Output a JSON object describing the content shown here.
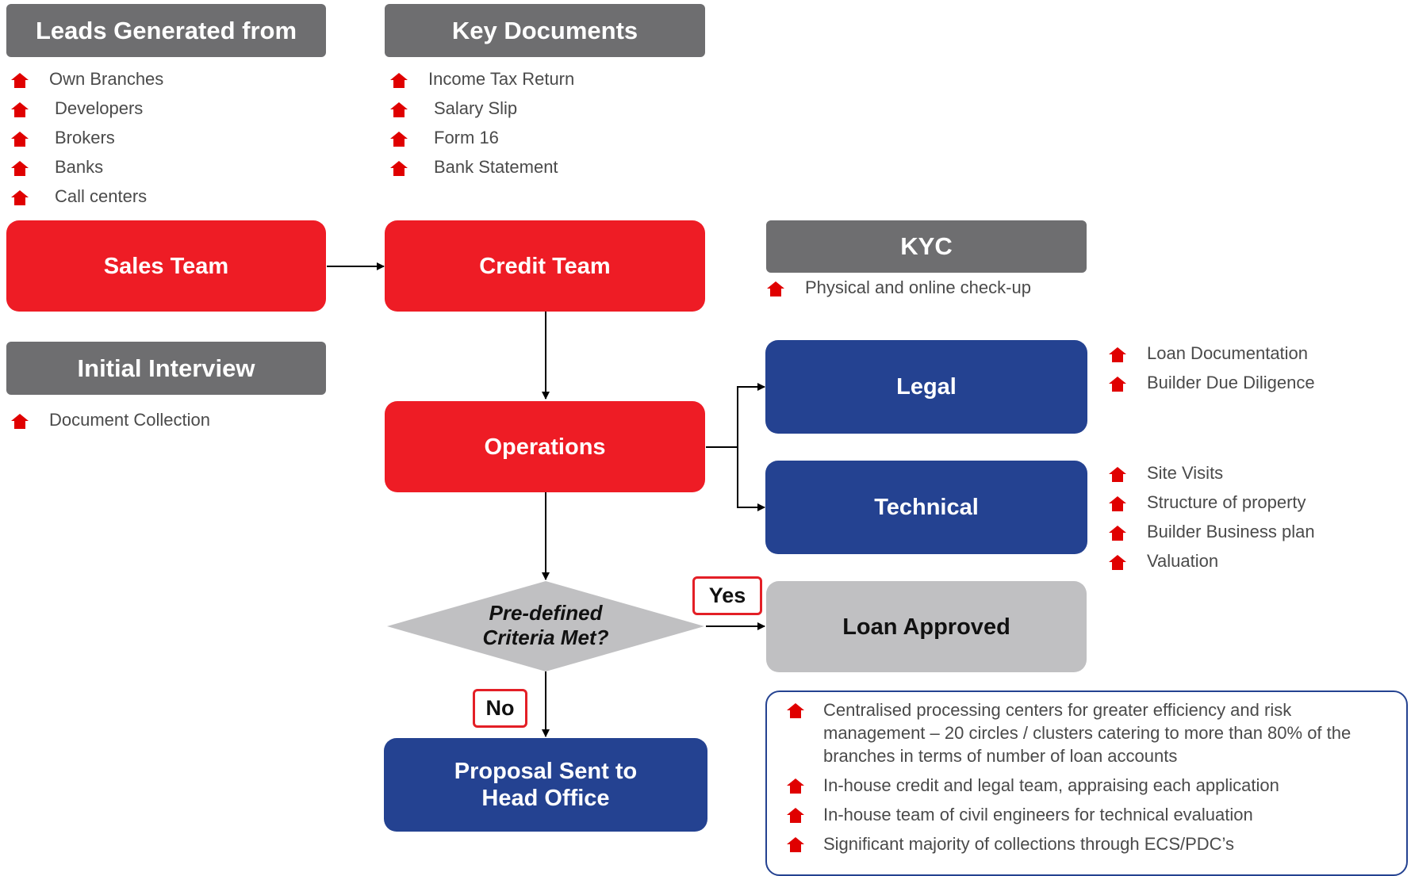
{
  "leads": {
    "title": "Leads Generated from",
    "items": [
      "Own Branches",
      "Developers",
      "Brokers",
      "Banks",
      "Call centers"
    ]
  },
  "documents": {
    "title": "Key Documents",
    "items": [
      "Income Tax Return",
      "Salary Slip",
      "Form 16",
      "Bank Statement"
    ]
  },
  "sales_team": "Sales Team",
  "credit_team": "Credit Team",
  "kyc": {
    "title": "KYC",
    "items": [
      "Physical and online check-up"
    ]
  },
  "initial_interview": {
    "title": "Initial Interview",
    "items": [
      "Document Collection"
    ]
  },
  "operations": "Operations",
  "legal": {
    "title": "Legal",
    "items": [
      "Loan Documentation",
      "Builder Due Diligence"
    ]
  },
  "technical": {
    "title": "Technical",
    "items": [
      "Site Visits",
      "Structure of property",
      "Builder Business plan",
      "Valuation"
    ]
  },
  "decision": {
    "line1": "Pre-defined",
    "line2": "Criteria Met?"
  },
  "yes_label": "Yes",
  "no_label": "No",
  "loan_approved": "Loan Approved",
  "proposal": {
    "line1": "Proposal Sent to",
    "line2": "Head Office"
  },
  "notes": [
    "Centralised processing centers for greater efficiency and risk management – 20 circles / clusters catering to more than 80% of the branches in terms of number of loan accounts",
    "In-house credit and legal team, appraising each application",
    "In-house team of civil engineers for technical evaluation",
    "Significant majority of collections through ECS/PDC’s"
  ],
  "colors": {
    "red": "#ee1c25",
    "blue": "#244291",
    "header_gray": "#6e6e70",
    "light_gray": "#c0c0c2",
    "bullet": "#e00000"
  },
  "bullet_icon": "home-icon"
}
